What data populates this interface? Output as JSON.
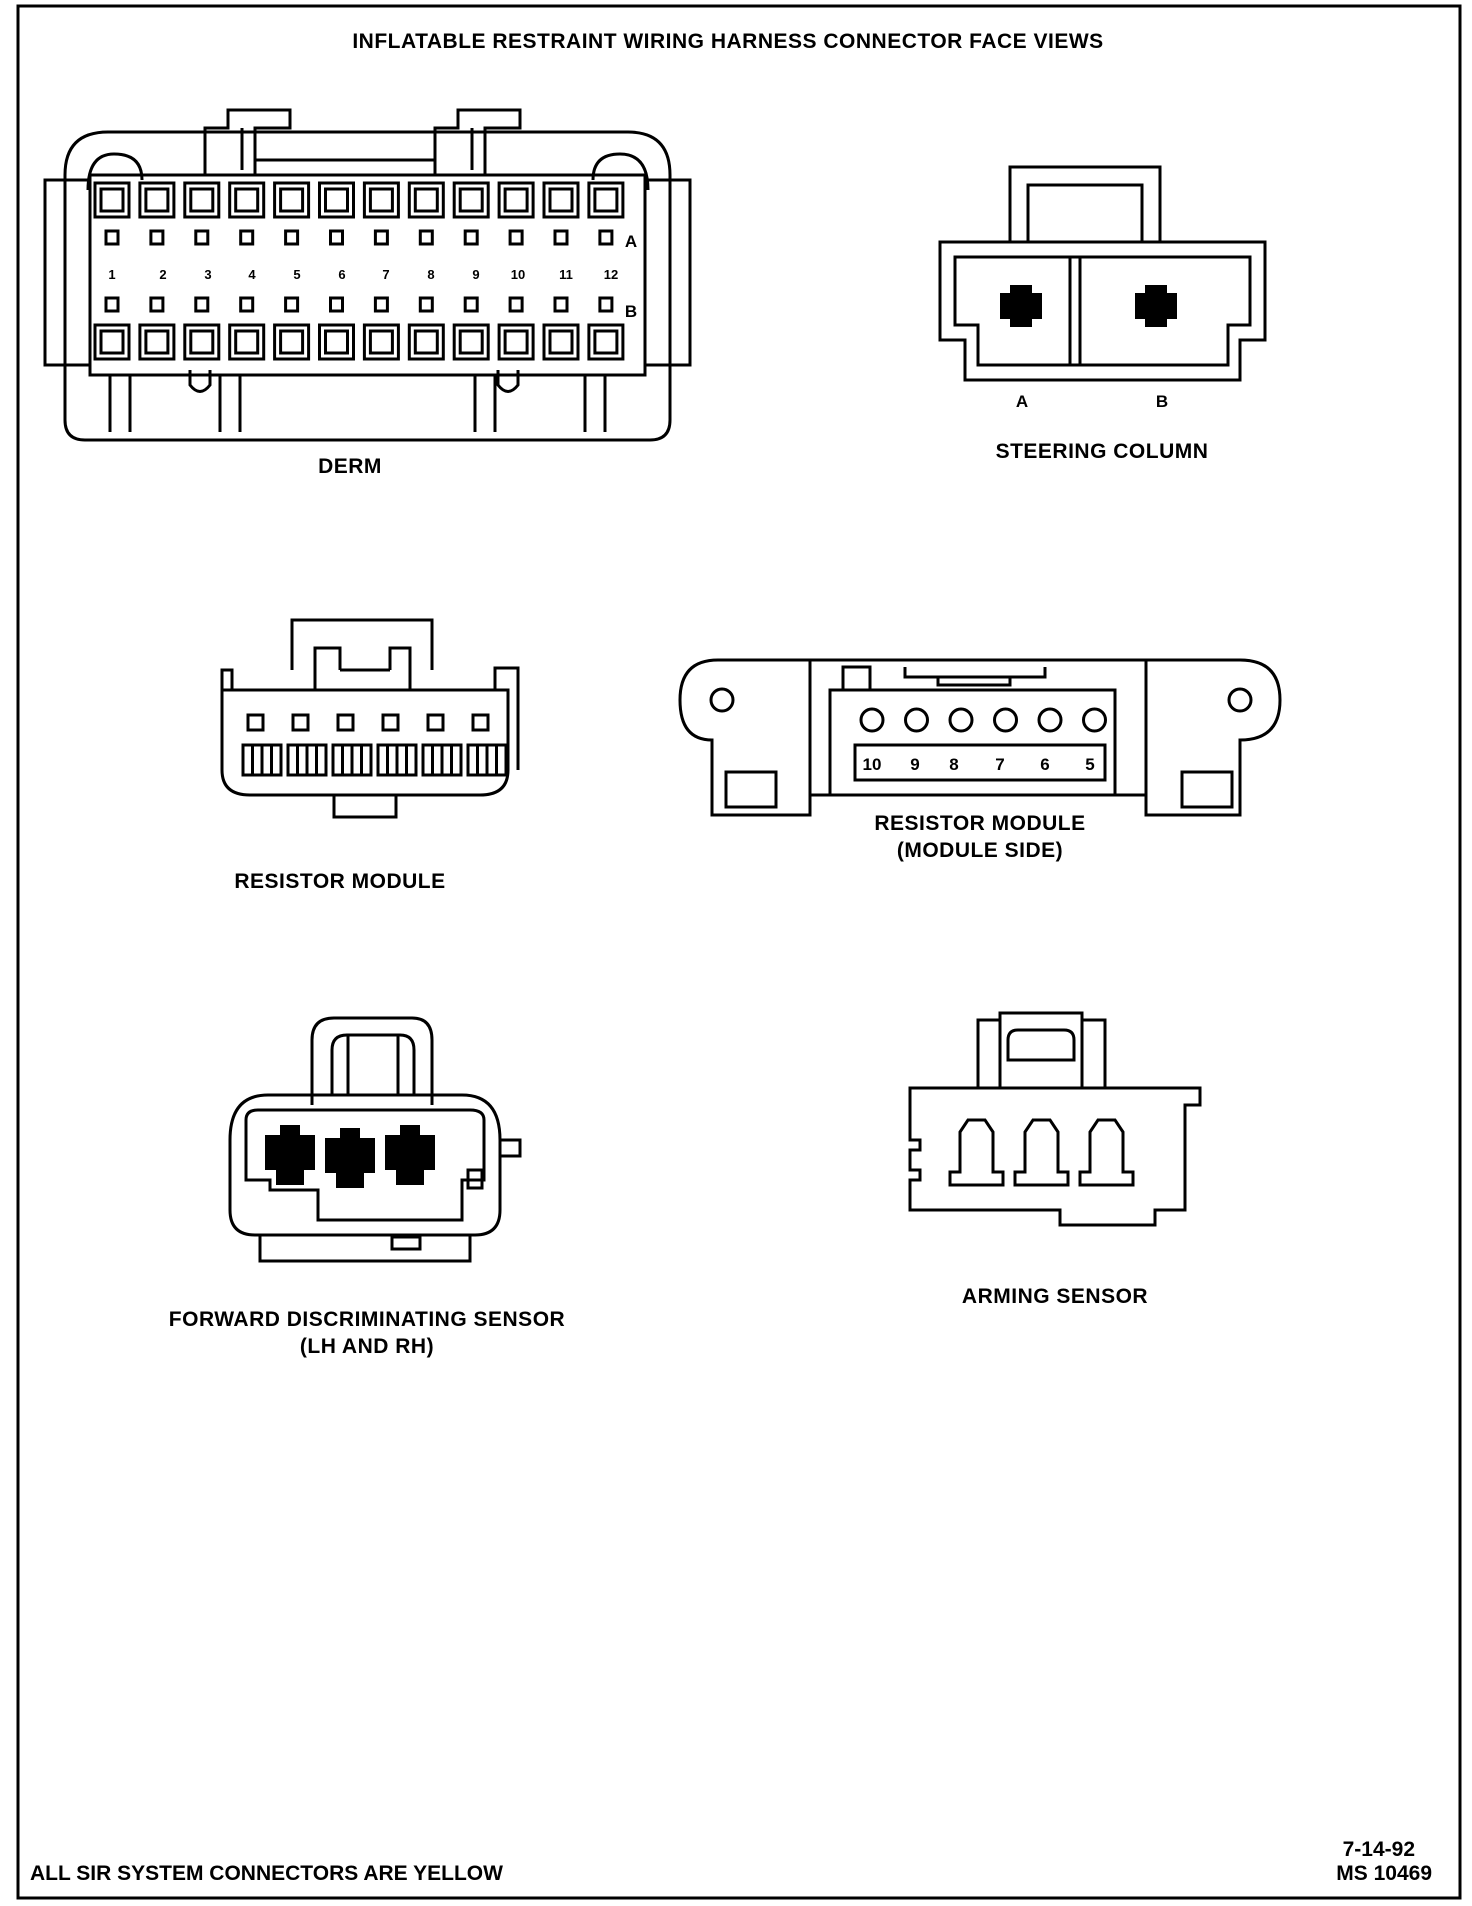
{
  "title": "INFLATABLE RESTRAINT WIRING HARNESS CONNECTOR FACE VIEWS",
  "connectors": {
    "derm": {
      "label": "DERM",
      "pins": [
        "1",
        "2",
        "3",
        "4",
        "5",
        "6",
        "7",
        "8",
        "9",
        "10",
        "11",
        "12"
      ],
      "row_a": "A",
      "row_b": "B"
    },
    "steering_column": {
      "label": "STEERING COLUMN",
      "pins": [
        "A",
        "B"
      ]
    },
    "resistor_module": {
      "label": "RESISTOR MODULE"
    },
    "resistor_module_side": {
      "label_line1": "RESISTOR MODULE",
      "label_line2": "(MODULE SIDE)",
      "pins": [
        "10",
        "9",
        "8",
        "7",
        "6",
        "5"
      ]
    },
    "forward_sensor": {
      "label_line1": "FORWARD DISCRIMINATING SENSOR",
      "label_line2": "(LH AND RH)"
    },
    "arming_sensor": {
      "label": "ARMING SENSOR"
    }
  },
  "footer": {
    "note": "ALL SIR SYSTEM CONNECTORS ARE YELLOW",
    "date": "7-14-92",
    "code": "MS 10469"
  }
}
